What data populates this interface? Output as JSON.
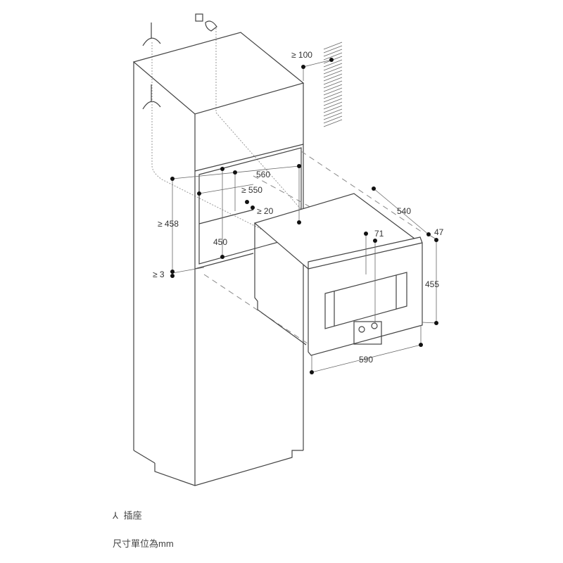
{
  "dimensions": {
    "top_clearance": "≥ 100",
    "niche_width": "560",
    "niche_depth": "≥ 550",
    "rear_gap": "≥ 20",
    "niche_height": "≥ 458",
    "inner_height": "450",
    "bottom_gap": "≥ 3",
    "oven_depth": "540",
    "front_projection": "47",
    "panel_offset": "71",
    "oven_height": "455",
    "oven_width": "590"
  },
  "legend": {
    "socket_symbol": "⅄",
    "socket_label": "插座",
    "unit_note": "尺寸單位為mm"
  }
}
